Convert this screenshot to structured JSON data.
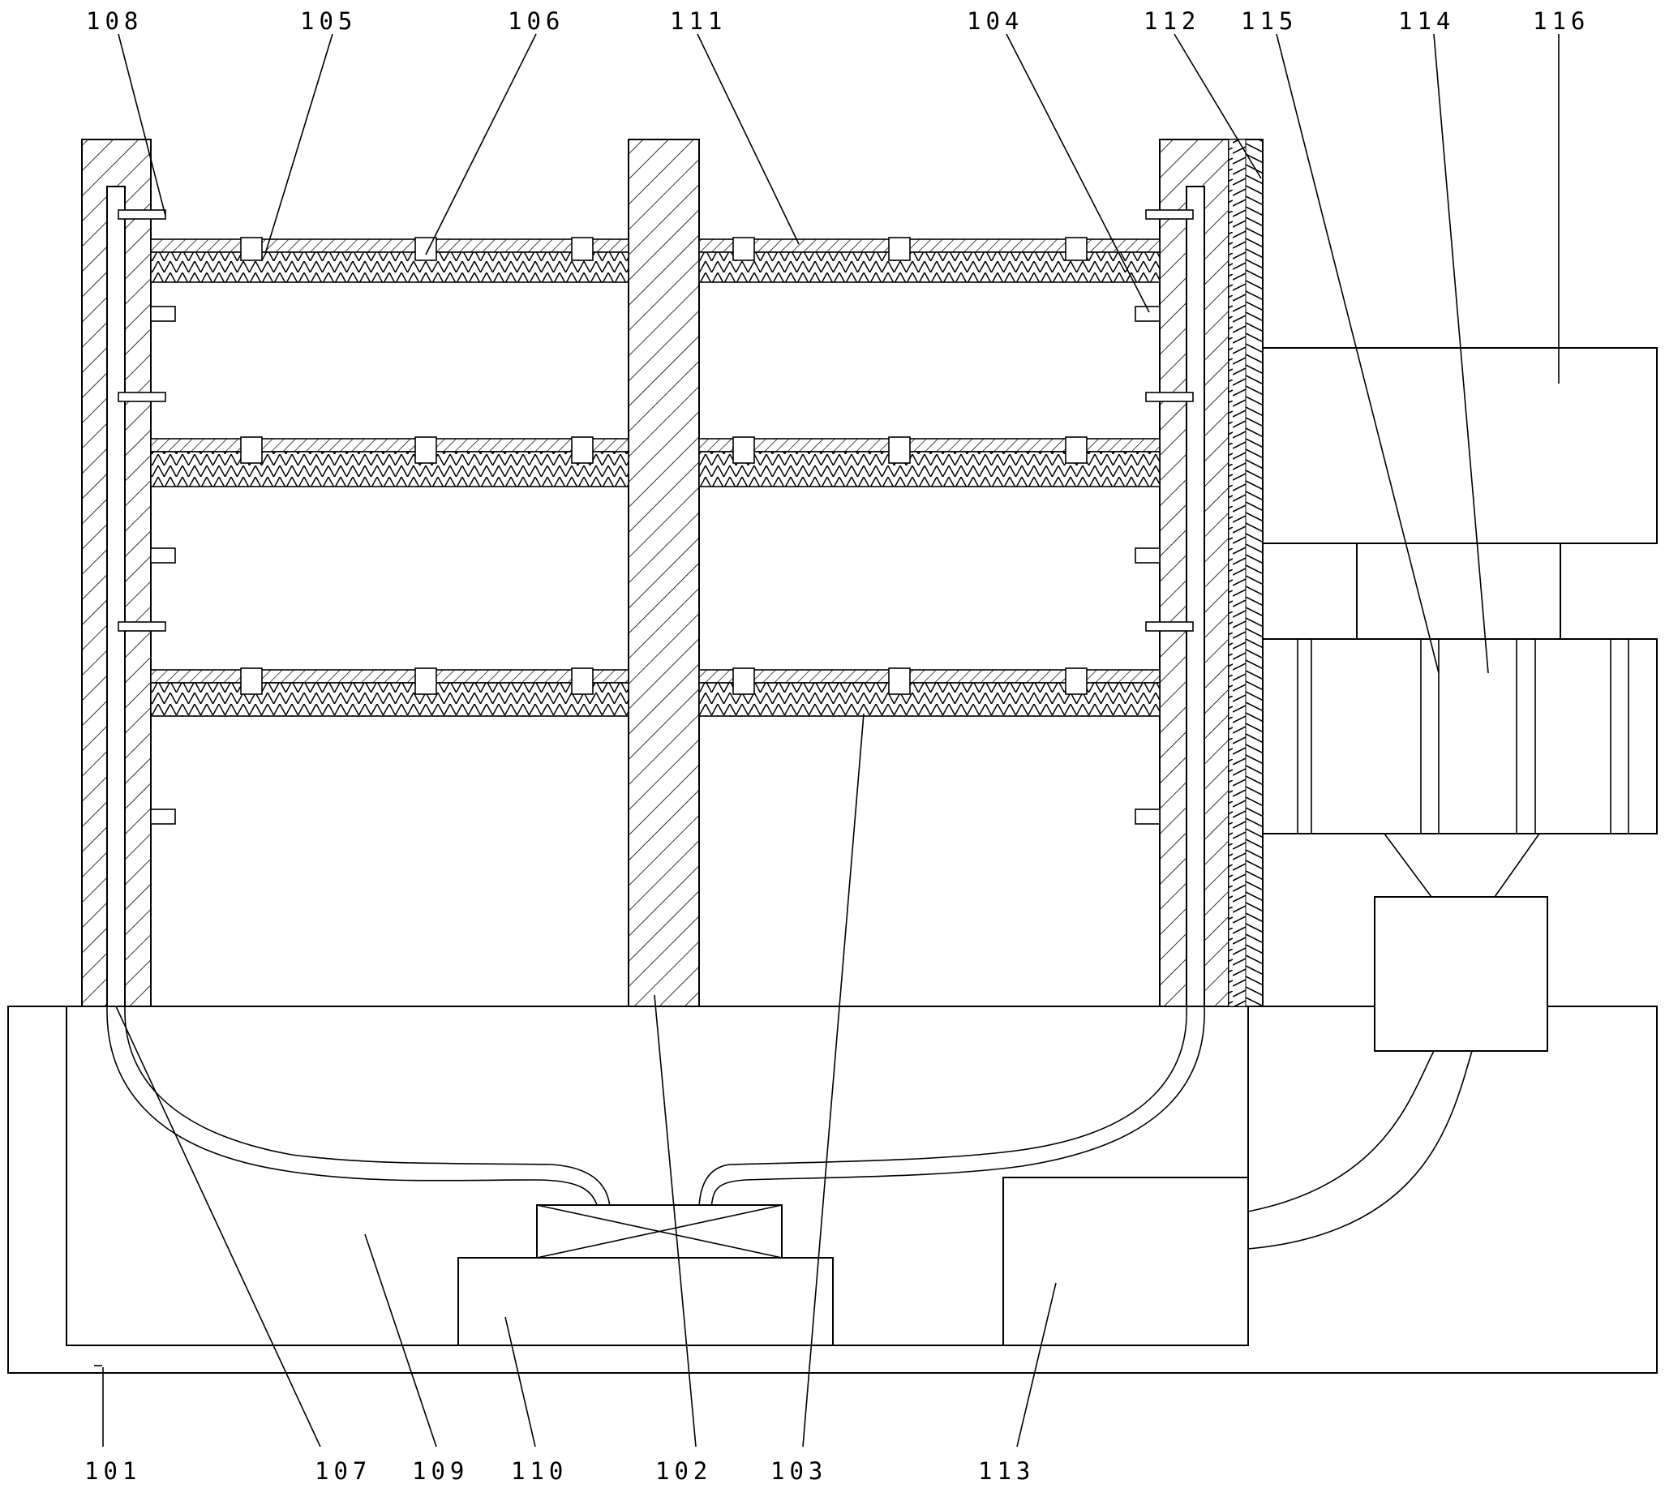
{
  "figure": {
    "labels": [
      {
        "id": "101",
        "text": "101"
      },
      {
        "id": "102",
        "text": "102"
      },
      {
        "id": "103",
        "text": "103"
      },
      {
        "id": "104",
        "text": "104"
      },
      {
        "id": "105",
        "text": "105"
      },
      {
        "id": "106",
        "text": "106"
      },
      {
        "id": "107",
        "text": "107"
      },
      {
        "id": "108",
        "text": "108"
      },
      {
        "id": "109",
        "text": "109"
      },
      {
        "id": "110",
        "text": "110"
      },
      {
        "id": "111",
        "text": "111"
      },
      {
        "id": "112",
        "text": "112"
      },
      {
        "id": "113",
        "text": "113"
      },
      {
        "id": "114",
        "text": "114"
      },
      {
        "id": "115",
        "text": "115"
      },
      {
        "id": "116",
        "text": "116"
      }
    ],
    "colors": {
      "line": "#000000",
      "background": "#ffffff"
    }
  }
}
